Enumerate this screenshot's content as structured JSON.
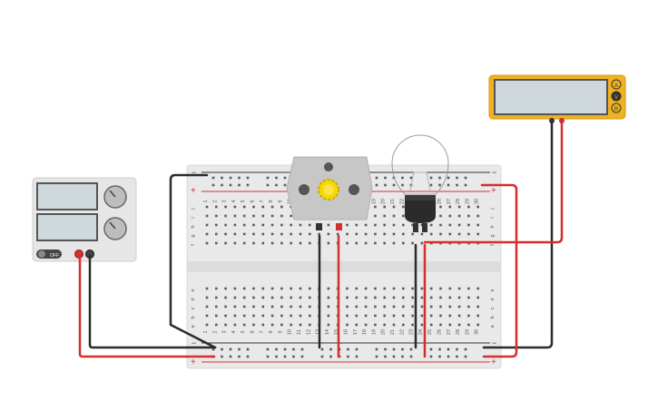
{
  "colors": {
    "wire_red": "#d32f2f",
    "wire_black": "#2b2b2b",
    "multimeter_body": "#f0b21e",
    "breadboard": "#e9e9e9",
    "rail_red": "#d6322f",
    "rail_black": "#333333"
  },
  "breadboard": {
    "columns": 30,
    "row_labels_top": [
      "f",
      "g",
      "h",
      "i",
      "j"
    ],
    "row_labels_bottom": [
      "a",
      "b",
      "c",
      "d",
      "e"
    ],
    "plus": "+",
    "minus": "−"
  },
  "power_supply": {
    "off_label": "OFF",
    "knob1_icon": "voltage-knob-icon",
    "knob2_icon": "current-knob-icon"
  },
  "multimeter": {
    "modes": [
      "A",
      "V",
      "R"
    ]
  },
  "components": {
    "motor_icon": "dc-motor-icon",
    "bulb_icon": "light-bulb-icon"
  }
}
